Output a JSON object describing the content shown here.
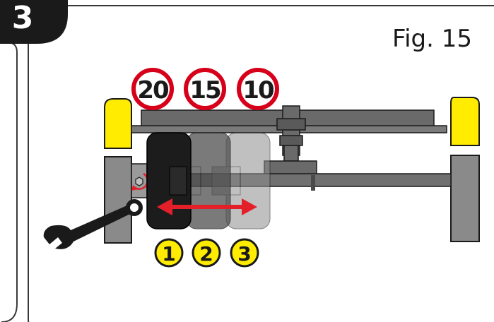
{
  "step": {
    "number": "3"
  },
  "figure": {
    "label": "Fig. 15"
  },
  "speed_signs": [
    {
      "label": "20"
    },
    {
      "label": "15"
    },
    {
      "label": "10"
    }
  ],
  "positions": [
    {
      "label": "1"
    },
    {
      "label": "2"
    },
    {
      "label": "3"
    }
  ],
  "colors": {
    "frame": "#3a3a3a",
    "yellow": "#ffec00",
    "sign_ring": "#d7001a",
    "arrow": "#e3202a",
    "metal": "#707070",
    "dark": "#1a1a1a"
  },
  "icons": [
    "wrench-icon",
    "rotate-arrow-icon",
    "double-arrow-icon",
    "hex-nut-icon"
  ]
}
